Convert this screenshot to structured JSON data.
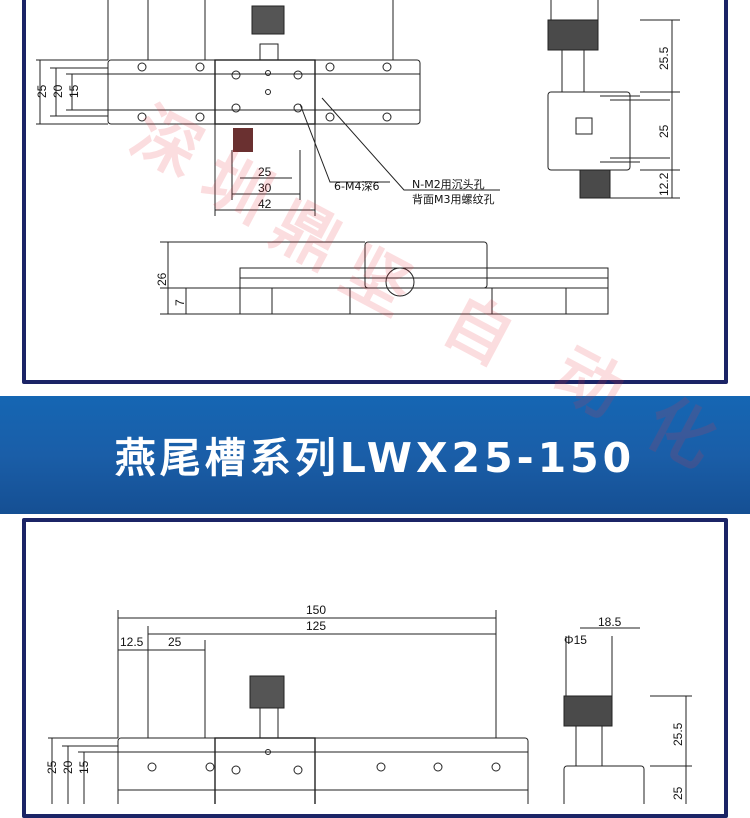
{
  "banner": {
    "title": "燕尾槽系列LWX25-150"
  },
  "top_drawing": {
    "left_dims": [
      "25",
      "20",
      "15"
    ],
    "bottom_dims": [
      "25",
      "30",
      "42"
    ],
    "callout_m4": "6-M4深6",
    "callout_m2_line1": "N-M2用沉头孔",
    "callout_m2_line2": "背面M3用螺纹孔",
    "side_dims": [
      "25.5",
      "25",
      "12.2"
    ],
    "front_dims": [
      "26",
      "7"
    ]
  },
  "bottom_drawing": {
    "top_dims": [
      "150",
      "125"
    ],
    "pitch_dims": [
      "12.5",
      "25"
    ],
    "left_dims": [
      "25",
      "20",
      "15"
    ],
    "side_dims": [
      "18.5",
      "Φ15",
      "25.5",
      "25"
    ]
  },
  "watermark": {
    "chars": [
      "深",
      "圳",
      "鼎",
      "坚",
      "自",
      "动",
      "化"
    ]
  }
}
